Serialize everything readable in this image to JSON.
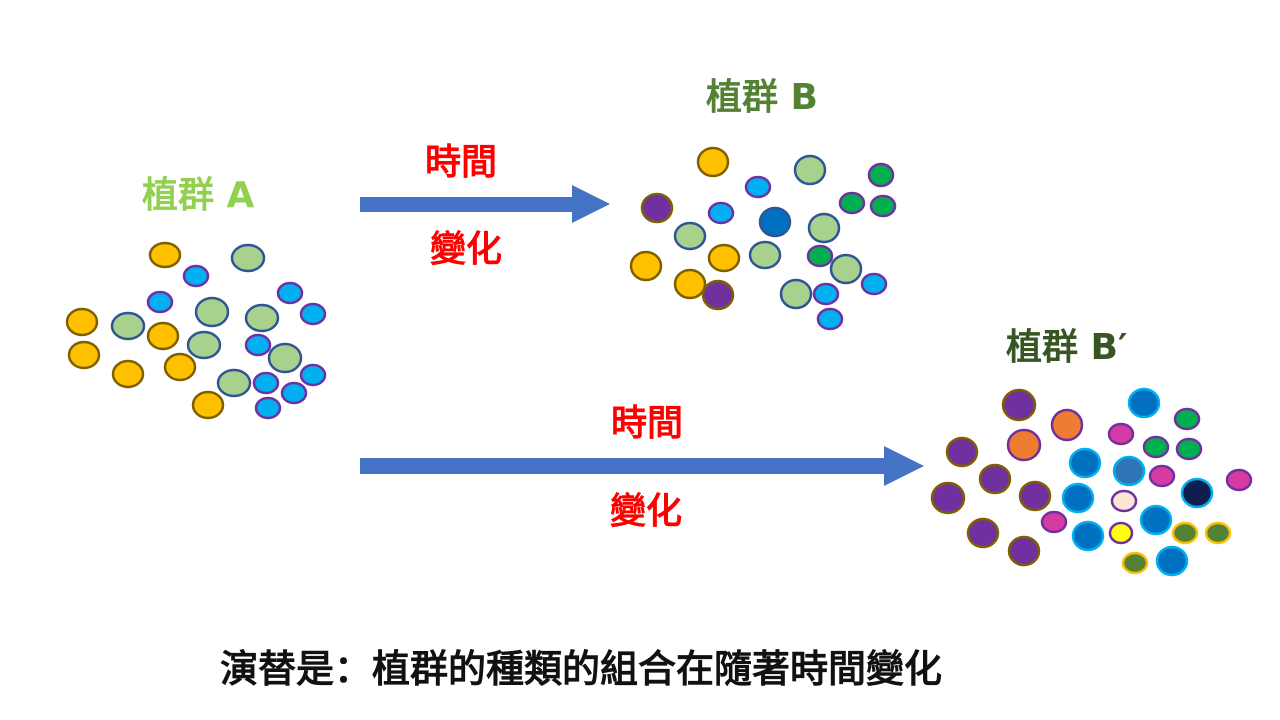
{
  "labels": {
    "community_a": "植群 A",
    "community_b": "植群 B",
    "community_b_prime": "植群 B′"
  },
  "arrows": [
    {
      "top_text": "時間",
      "bottom_text": "變化"
    },
    {
      "top_text": "時間",
      "bottom_text": "變化"
    }
  ],
  "caption": "演替是：植群的種類的組合在隨著時間變化",
  "colors": {
    "arrow": "#4472c4",
    "arrow_text": "#ff0000",
    "label_a": "#92d050",
    "label_b": "#548235",
    "label_b_prime": "#375623"
  },
  "species": {
    "orange": {
      "fill": "#ffc000",
      "stroke": "#7f6000"
    },
    "sage": {
      "fill": "#a9d18e",
      "stroke": "#2f5597"
    },
    "cyan": {
      "fill": "#00b0f0",
      "stroke": "#7030a0"
    },
    "purple": {
      "fill": "#7030a0",
      "stroke": "#7f6000"
    },
    "blue": {
      "fill": "#0070c0",
      "stroke": "#2f5597"
    },
    "green": {
      "fill": "#00b050",
      "stroke": "#7030a0"
    },
    "coral": {
      "fill": "#ed7d31",
      "stroke": "#7030a0"
    },
    "magenta": {
      "fill": "#d63aa3",
      "stroke": "#7030a0"
    },
    "steel": {
      "fill": "#2e75b6",
      "stroke": "#00b0f0"
    },
    "ocean": {
      "fill": "#0070c0",
      "stroke": "#00b0f0"
    },
    "navy": {
      "fill": "#0d1f4e",
      "stroke": "#00b0f0"
    },
    "olive": {
      "fill": "#548235",
      "stroke": "#ffc000"
    },
    "yellow": {
      "fill": "#ffff00",
      "stroke": "#7030a0"
    },
    "blush": {
      "fill": "#fbe5d6",
      "stroke": "#7030a0"
    }
  }
}
